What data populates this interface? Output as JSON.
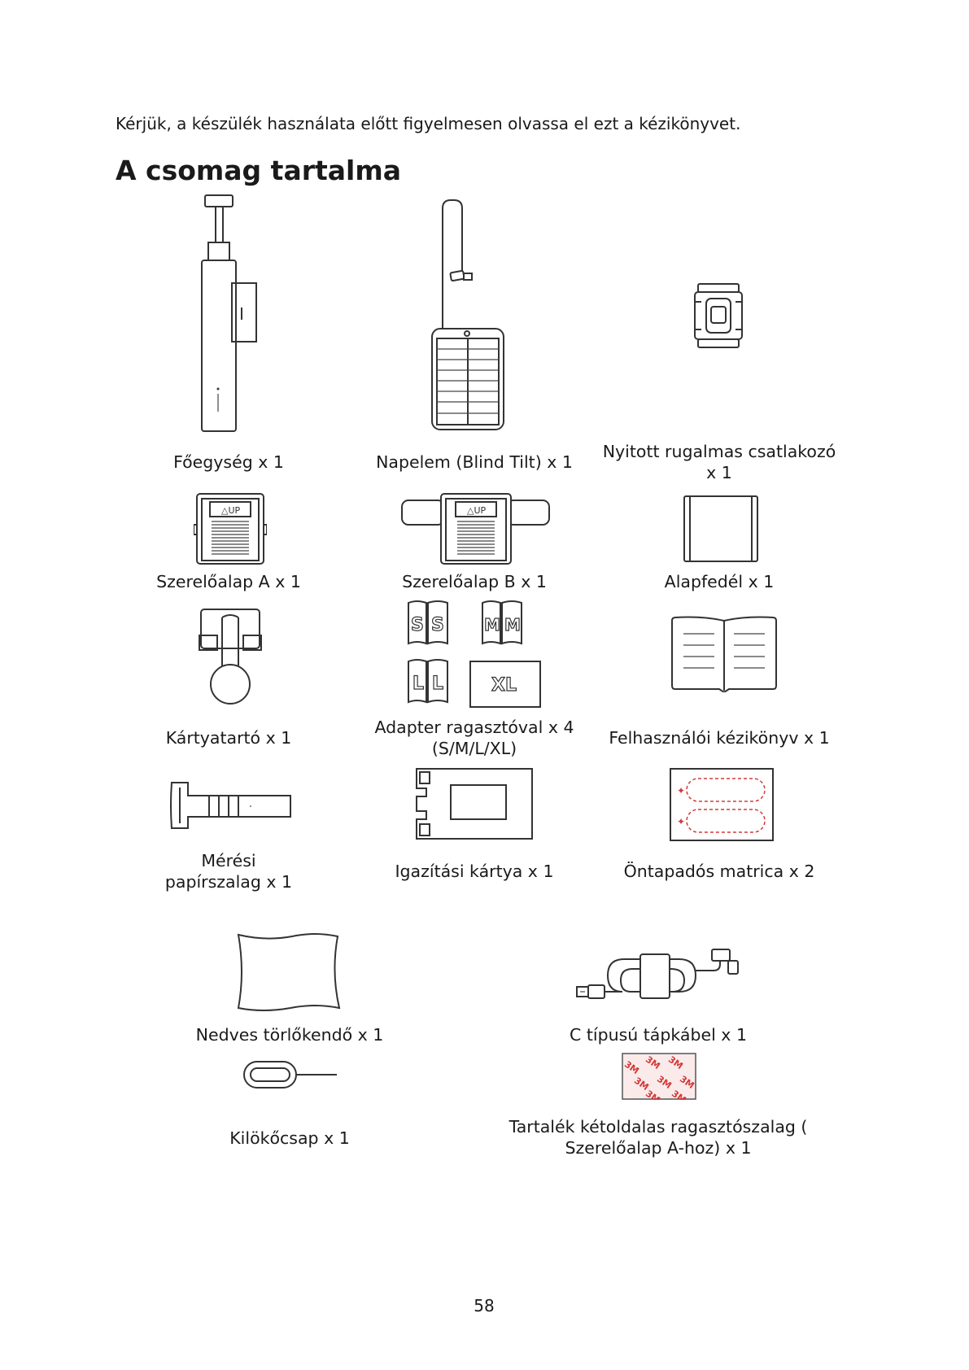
{
  "intro_text": "Kérjük, a készülék használata előtt figyelmesen olvassa el ezt a kézikönyvet.",
  "section_title": "A csomag tartalma",
  "items": {
    "main_unit": "Főegység x 1",
    "solar_panel": "Napelem (Blind Tilt) x 1",
    "connector_line1": "Nyitott rugalmas csatlakozó",
    "connector_line2": "x 1",
    "mount_a": "Szerelőalap A x 1",
    "mount_b": "Szerelőalap B x 1",
    "base_cover": "Alapfedél x 1",
    "card_holder": "Kártyatartó x 1",
    "adapter_line1": "Adapter ragasztóval x 4",
    "adapter_line2": "(S/M/L/XL)",
    "manual": "Felhasználói kézikönyv x 1",
    "tape_line1": "Mérési",
    "tape_line2": "papírszalag x 1",
    "alignment_card": "Igazítási kártya x 1",
    "sticker": "Öntapadós matrica x 2",
    "wipe": "Nedves törlőkendő x 1",
    "cable": "C típusú tápkábel x 1",
    "pin": "Kilökőcsap x 1",
    "spare_tape_line1": "Tartalék kétoldalas ragasztószalag (",
    "spare_tape_line2": "Szerelőalap A-hoz) x 1"
  },
  "figure_labels": {
    "up": "UP",
    "size_s": "S",
    "size_m": "M",
    "size_l": "L",
    "size_xl": "XL",
    "brand_3m": "3M"
  },
  "page_number": "58"
}
